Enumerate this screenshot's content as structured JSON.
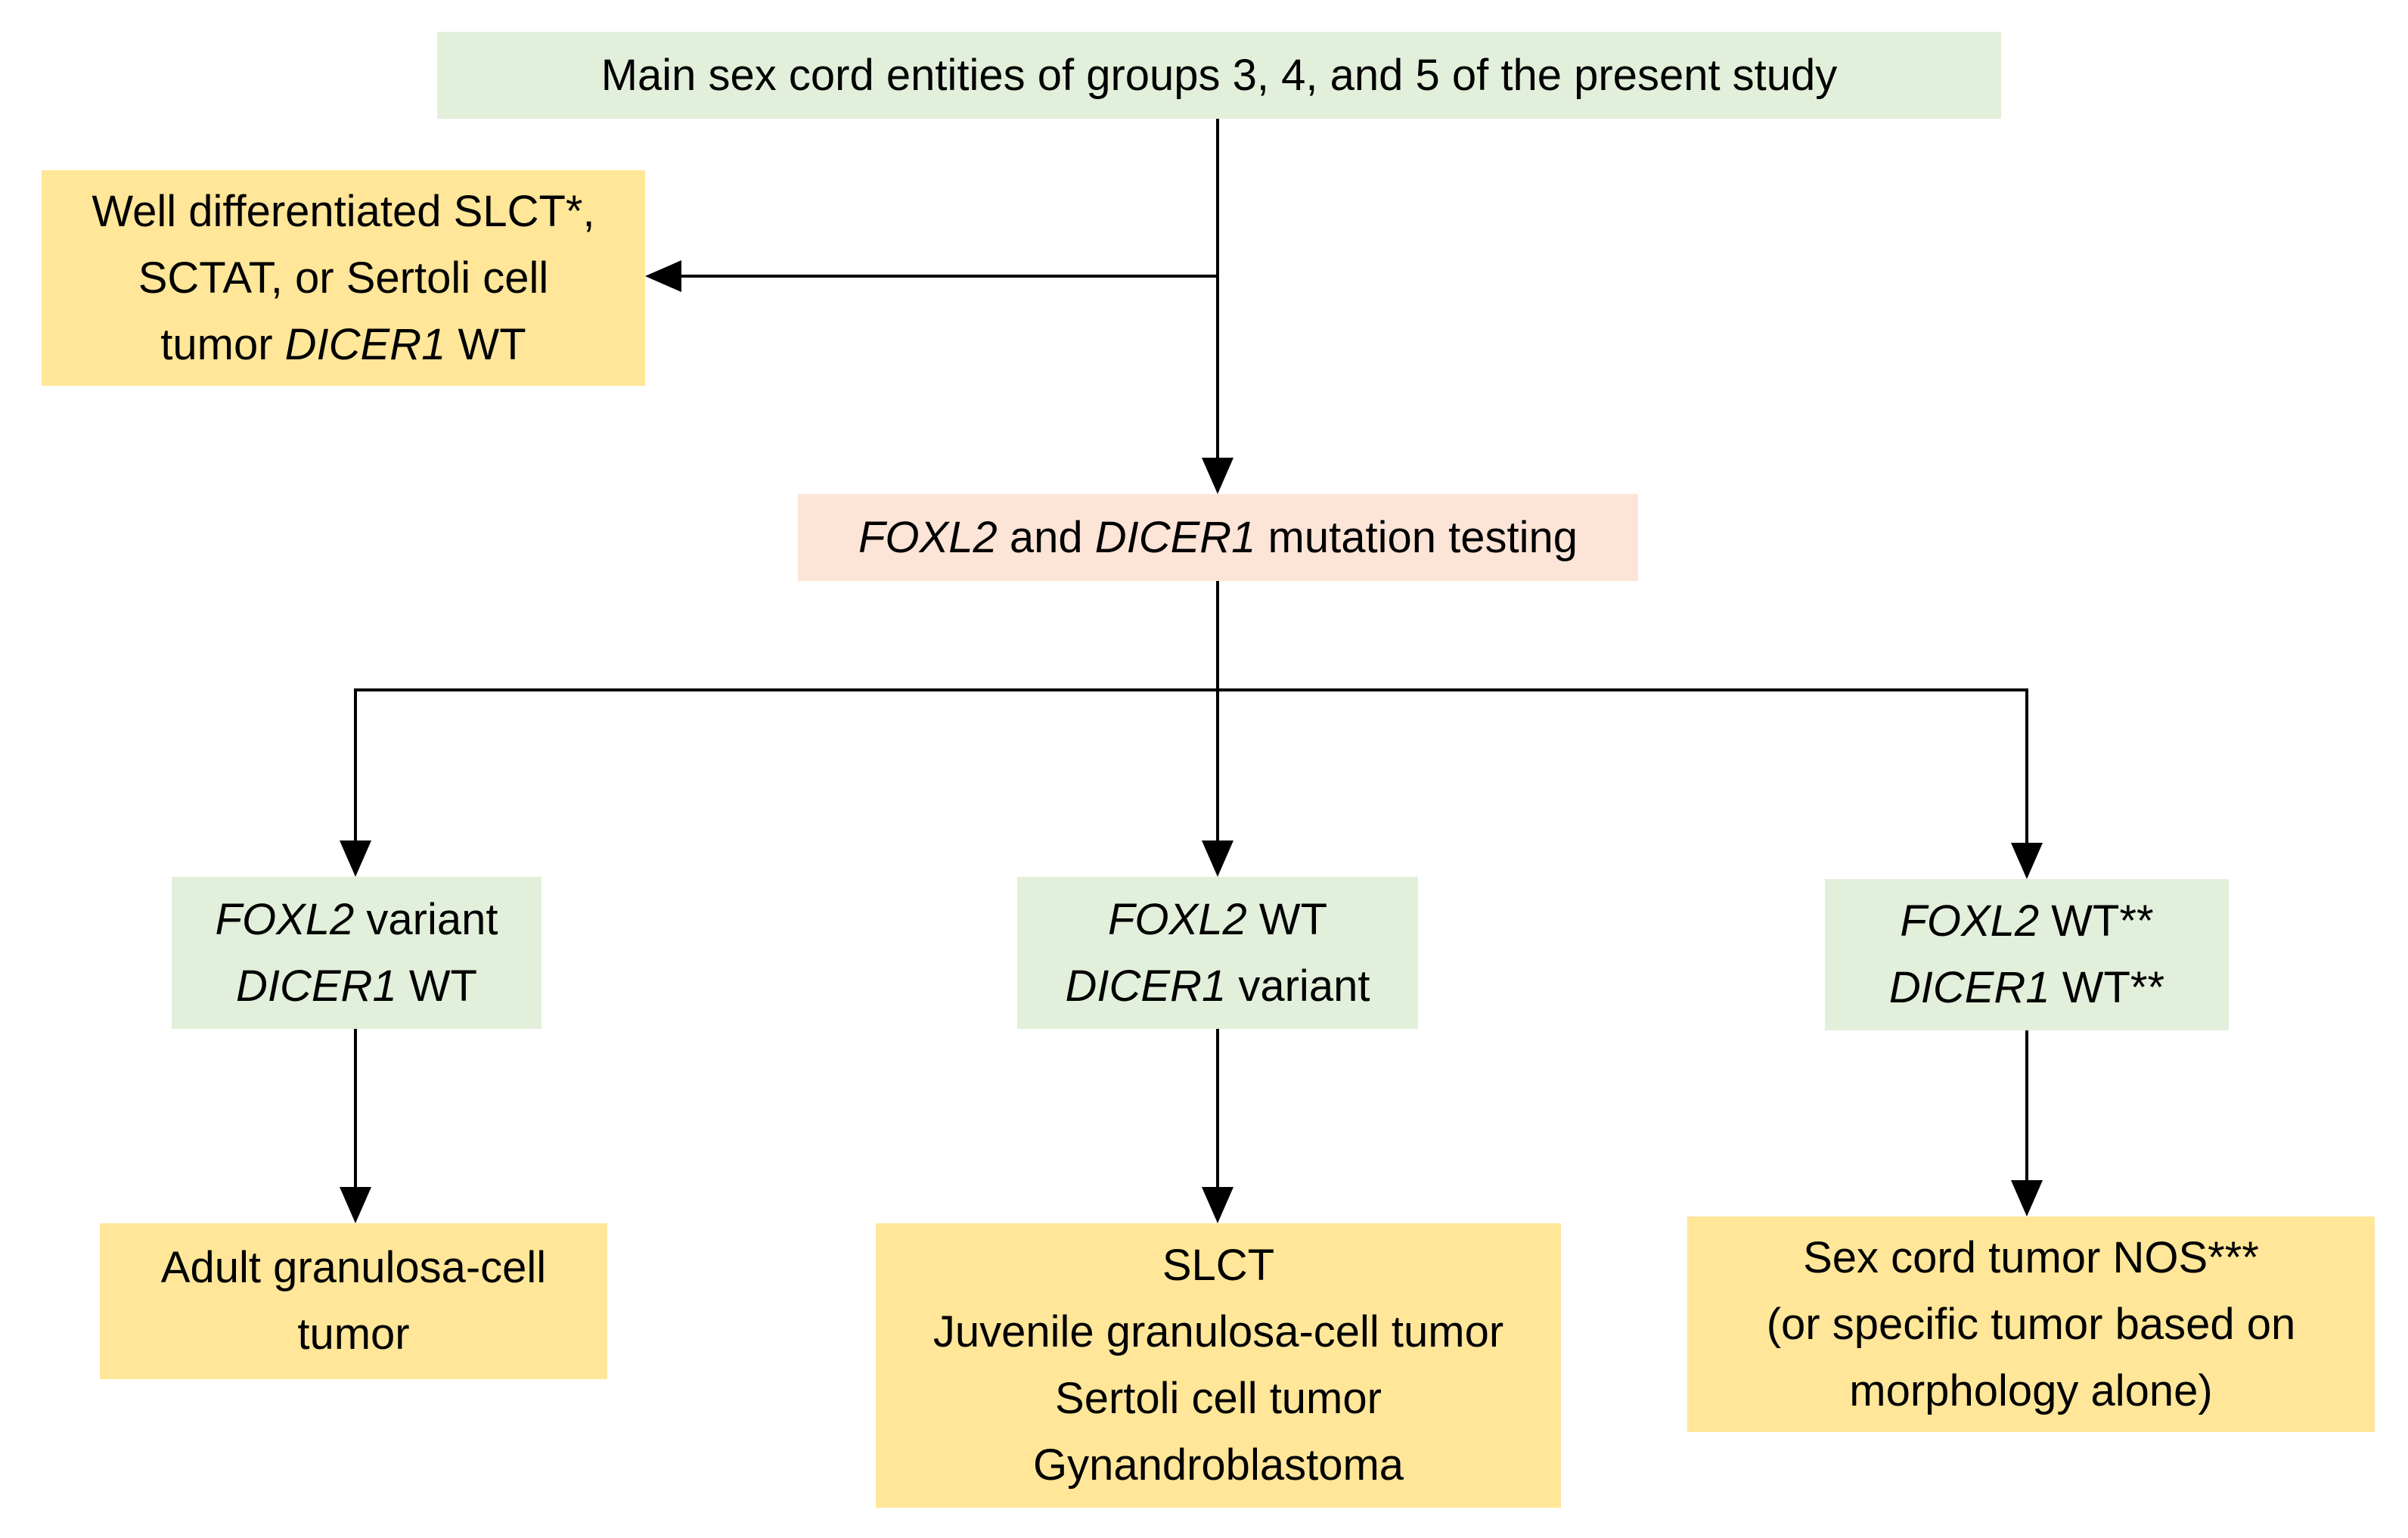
{
  "colors": {
    "node_green": "#e2efda",
    "node_yellow": "#ffe699",
    "node_peach": "#fce4d6",
    "connector": "#000000",
    "background": "#ffffff",
    "text": "#000000"
  },
  "nodes": {
    "main_entities": {
      "bg": "node_green",
      "lines": [
        [
          {
            "t": "Main sex cord entities of groups 3, 4, and 5 of the present study"
          }
        ]
      ]
    },
    "wt_exclusion": {
      "bg": "node_yellow",
      "lines": [
        [
          {
            "t": "Well differentiated SLCT*,"
          }
        ],
        [
          {
            "t": "SCTAT, or Sertoli cell"
          }
        ],
        [
          {
            "t": "tumor "
          },
          {
            "t": "DICER1",
            "i": true
          },
          {
            "t": " WT"
          }
        ]
      ]
    },
    "mutation_testing": {
      "bg": "node_peach",
      "lines": [
        [
          {
            "t": "FOXL2",
            "i": true
          },
          {
            "t": " and "
          },
          {
            "t": "DICER1",
            "i": true
          },
          {
            "t": " mutation testing"
          }
        ]
      ]
    },
    "foxl2_variant_dicer1_wt": {
      "bg": "node_green",
      "lines": [
        [
          {
            "t": "FOXL2",
            "i": true
          },
          {
            "t": " variant"
          }
        ],
        [
          {
            "t": "DICER1",
            "i": true
          },
          {
            "t": " WT"
          }
        ]
      ]
    },
    "foxl2_wt_dicer1_variant": {
      "bg": "node_green",
      "lines": [
        [
          {
            "t": "FOXL2",
            "i": true
          },
          {
            "t": " WT"
          }
        ],
        [
          {
            "t": "DICER1",
            "i": true
          },
          {
            "t": " variant"
          }
        ]
      ]
    },
    "foxl2_wt_dicer1_wt": {
      "bg": "node_green",
      "lines": [
        [
          {
            "t": "FOXL2",
            "i": true
          },
          {
            "t": " WT**"
          }
        ],
        [
          {
            "t": "DICER1",
            "i": true
          },
          {
            "t": " WT**"
          }
        ]
      ]
    },
    "adult_granulosa_cell_tumor": {
      "bg": "node_yellow",
      "lines": [
        [
          {
            "t": "Adult granulosa-cell"
          }
        ],
        [
          {
            "t": "tumor"
          }
        ]
      ]
    },
    "dicer1_variant_tumors": {
      "bg": "node_yellow",
      "lines": [
        [
          {
            "t": "SLCT"
          }
        ],
        [
          {
            "t": "Juvenile granulosa-cell tumor"
          }
        ],
        [
          {
            "t": "Sertoli cell tumor"
          }
        ],
        [
          {
            "t": "Gynandroblastoma"
          }
        ]
      ]
    },
    "sex_cord_tumor_nos": {
      "bg": "node_yellow",
      "lines": [
        [
          {
            "t": "Sex cord tumor NOS***"
          }
        ],
        [
          {
            "t": "(or specific tumor based on"
          }
        ],
        [
          {
            "t": "morphology alone)"
          }
        ]
      ]
    }
  }
}
